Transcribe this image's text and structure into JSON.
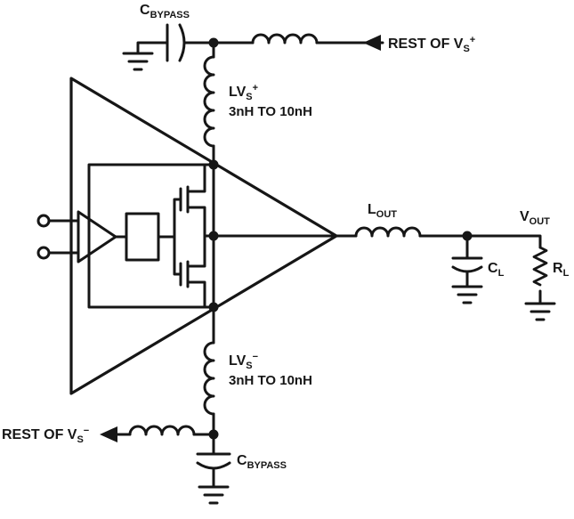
{
  "title": "Op-amp output stage with supply bypassing schematic",
  "colors": {
    "ink": "#161616",
    "background": "#ffffff"
  },
  "labels": {
    "c_bypass_top": {
      "pre": "C",
      "sub": "BYPASS"
    },
    "rest_vs_plus": {
      "pre": "REST OF V",
      "sub": "S",
      "sup": "+"
    },
    "l_vs_plus": {
      "pre": "LV",
      "sub": "S",
      "sup": "+"
    },
    "l_vs_plus_range": "3nH TO 10nH",
    "l_out": {
      "pre": "L",
      "sub": "OUT"
    },
    "v_out": {
      "pre": "V",
      "sub": "OUT"
    },
    "c_l": {
      "pre": "C",
      "sub": "L"
    },
    "r_l": {
      "pre": "R",
      "sub": "L"
    },
    "l_vs_minus": {
      "pre": "LV",
      "sub": "S",
      "sup": "−"
    },
    "l_vs_minus_range": "3nH TO 10nH",
    "rest_vs_minus": {
      "pre": "REST OF V",
      "sub": "S",
      "sup": "−"
    },
    "c_bypass_bottom": {
      "pre": "C",
      "sub": "BYPASS"
    }
  },
  "icons": [
    "ground-icon",
    "junction-dot",
    "arrow-left-icon",
    "inductor-coil",
    "capacitor",
    "resistor-zigzag",
    "opamp-triangle",
    "input-terminal"
  ]
}
